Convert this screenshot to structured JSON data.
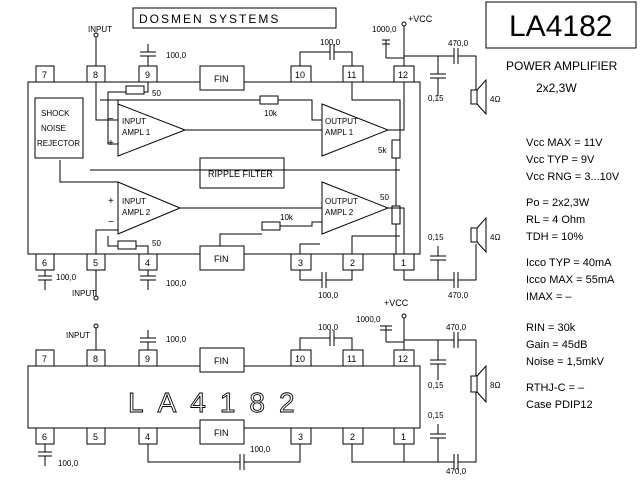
{
  "header": {
    "brand": "DOSMEN   SYSTEMS",
    "title": "LA4182"
  },
  "description": {
    "line1": "POWER AMPLIFIER",
    "line2": "2x2,3W"
  },
  "specs": {
    "vcc_max": "Vcc MAX = 11V",
    "vcc_typ": "Vcc TYP = 9V",
    "vcc_rng": "Vcc RNG = 3...10V",
    "po": "Po  = 2x2,3W",
    "rl": "RL  = 4 Ohm",
    "tdh": "TDH = 10%",
    "icco_typ": "Icco TYP = 40mA",
    "icco_max": "Icco MAX = 55mA",
    "imax": "IMAX =   –",
    "rin": "RIN  = 30k",
    "gain": "Gain  = 45dB",
    "noise": "Noise = 1,5mkV",
    "rthj": "RTHJ-C = –",
    "case": "Case  PDIP12"
  },
  "schematic_top": {
    "input_top": "INPUT",
    "input_bottom": "INPUT",
    "vcc": "+VCC",
    "pins_top": [
      "7",
      "8",
      "9",
      "10",
      "11",
      "12"
    ],
    "pins_bottom": [
      "6",
      "5",
      "4",
      "3",
      "2",
      "1"
    ],
    "fin_top": "FIN",
    "fin_bottom": "FIN",
    "shock_label": [
      "SHOCK",
      "NOISE",
      "REJECTOR"
    ],
    "ripple_filter": "RIPPLE FILTER",
    "input_ampl_1": [
      "INPUT",
      "AMPL 1"
    ],
    "output_ampl_1": [
      "OUTPUT",
      "AMPL 1"
    ],
    "input_ampl_2": [
      "INPUT",
      "AMPL 2"
    ],
    "output_ampl_2": [
      "OUTPUT",
      "AMPL 2"
    ],
    "r_50_top": "50",
    "r_10k_top": "10k",
    "r_5k": "5k",
    "r_50_right": "50",
    "r_10k_bottom": "10k",
    "r_50_bottom": "50",
    "c_100_pin9": "100,0",
    "c_100_pin10": "100,0",
    "c_1000": "1000,0",
    "c_470_top": "470,0",
    "c_015_top": "0,15",
    "spk_top": "4Ω",
    "c_015_bottom": "0,15",
    "spk_bottom": "4Ω",
    "c_100_pin6": "100,0",
    "c_100_pin4": "100,0",
    "c_100_pin3": "100,0",
    "c_470_bottom": "470,0"
  },
  "schematic_bottom": {
    "input": "INPUT",
    "vcc": "+VCC",
    "pins_top": [
      "7",
      "8",
      "9",
      "10",
      "11",
      "12"
    ],
    "pins_bottom": [
      "6",
      "5",
      "4",
      "3",
      "2",
      "1"
    ],
    "fin_top": "FIN",
    "fin_bottom": "FIN",
    "chip_label": "LA4182",
    "c_100_pin9": "100,0",
    "c_100_pin10": "100,0",
    "c_1000": "1000,0",
    "c_470_top": "470,0",
    "c_015_top": "0,15",
    "spk": "8Ω",
    "c_015_bottom": "0,15",
    "c_100_pin6": "100,0",
    "c_100_bottom": "100,0",
    "c_470_bottom": "470,0"
  }
}
